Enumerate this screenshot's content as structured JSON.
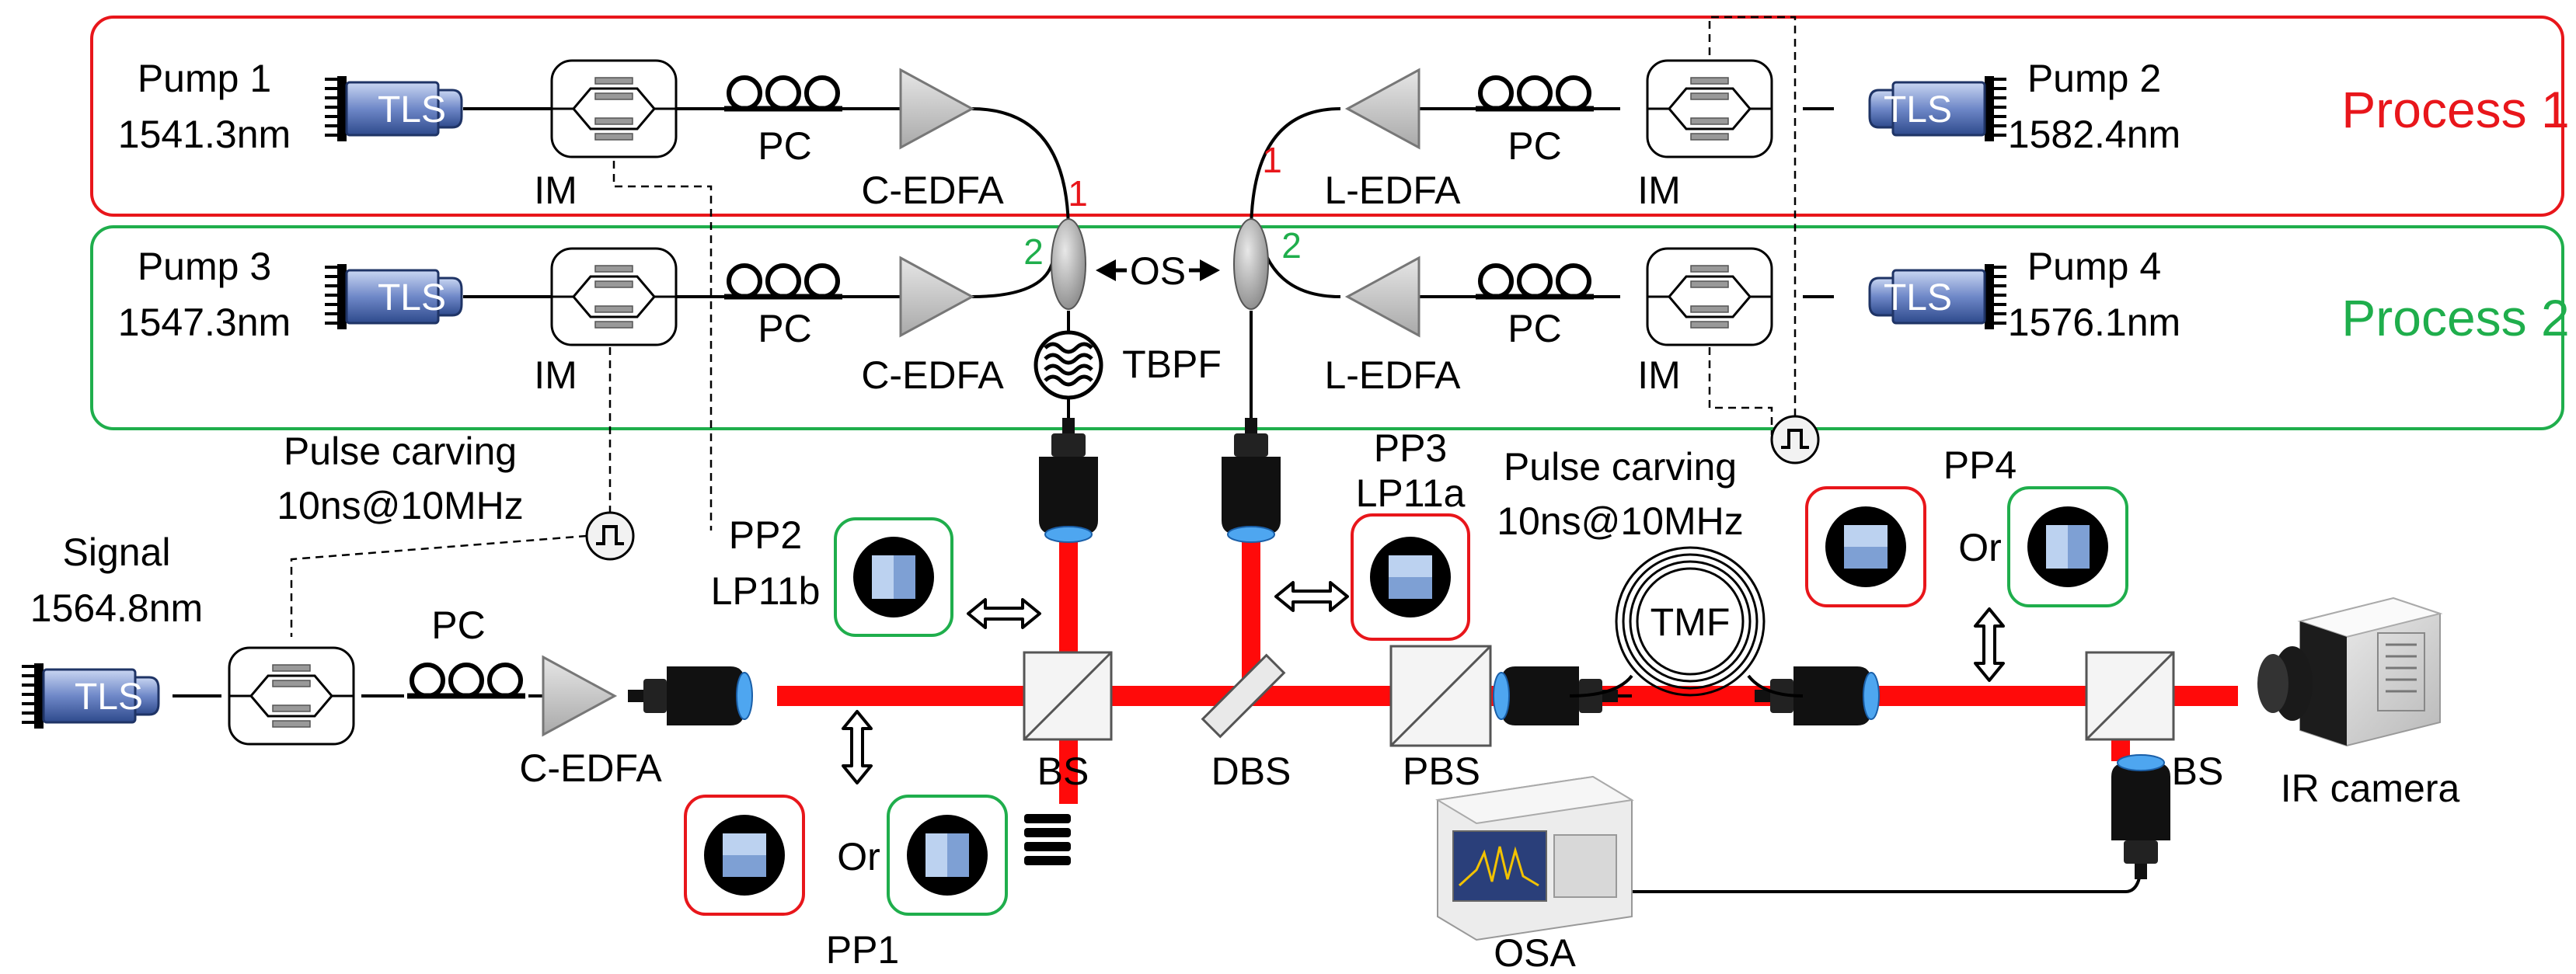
{
  "processes": {
    "process1": {
      "label": "Process 1",
      "color": "#e8161b"
    },
    "process2": {
      "label": "Process 2",
      "color": "#1fae4c"
    }
  },
  "pumps": {
    "pump1": {
      "name": "Pump 1",
      "wavelength": "1541.3nm"
    },
    "pump2": {
      "name": "Pump 2",
      "wavelength": "1582.4nm"
    },
    "pump3": {
      "name": "Pump 3",
      "wavelength": "1547.3nm"
    },
    "pump4": {
      "name": "Pump 4",
      "wavelength": "1576.1nm"
    }
  },
  "signal": {
    "name": "Signal",
    "wavelength": "1564.8nm"
  },
  "components": {
    "tls": "TLS",
    "im": "IM",
    "pc": "PC",
    "c_edfa": "C-EDFA",
    "l_edfa": "L-EDFA",
    "tbpf": "TBPF",
    "os": "OS",
    "bs": "BS",
    "dbs": "DBS",
    "pbs": "PBS",
    "tmf": "TMF",
    "osa": "OSA",
    "ir_camera": "IR camera"
  },
  "coupler_ports": {
    "port1": "1",
    "port2": "2"
  },
  "pulse_carving": {
    "title": "Pulse carving",
    "spec": "10ns@10MHz"
  },
  "phase_plates": {
    "pp1": "PP1",
    "pp2": "PP2",
    "pp2_mode": "LP11b",
    "pp3": "PP3",
    "pp3_mode": "LP11a",
    "pp4": "PP4",
    "or": "Or"
  },
  "colors": {
    "beam": "#ff0a0a",
    "tls_fill": "#5a73b5",
    "edfa_fill": "#c9c9c9",
    "plate_light": "#bcd2f0",
    "plate_dark": "#7ea0d4"
  }
}
